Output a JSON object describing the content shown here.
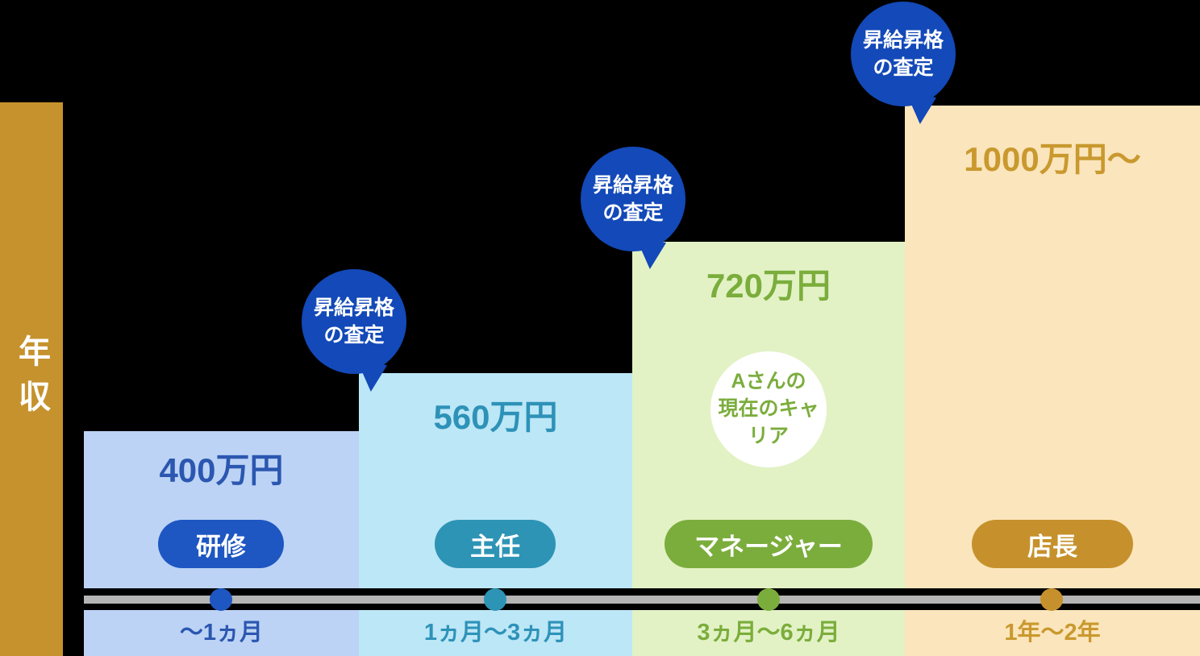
{
  "palette": {
    "background": "#000000",
    "axis_bar_gold": "#c6922d",
    "bubble_blue": "#1349b8",
    "timeline_gray": "#b5b5b5",
    "marker_circle_white": "#ffffff"
  },
  "y_axis_label": "年収",
  "assessment_bubble": {
    "line1": "昇給昇格",
    "line2": "の査定"
  },
  "career_marker": {
    "line1": "Aさんの",
    "line2": "現在のキャリア"
  },
  "stages": [
    {
      "salary": "400万円",
      "role": "研修",
      "duration": "〜1ヵ月",
      "fill": "#bcd3f5",
      "accent": "#1e56c2",
      "text_color": "#2b57b0"
    },
    {
      "salary": "560万円",
      "role": "主任",
      "duration": "1ヵ月〜3ヵ月",
      "fill": "#bce7f7",
      "accent": "#2e94b6",
      "text_color": "#2e92b8"
    },
    {
      "salary": "720万円",
      "role": "マネージャー",
      "duration": "3ヵ月〜6ヵ月",
      "fill": "#e2f2c5",
      "accent": "#7bad3c",
      "text_color": "#7bad3c"
    },
    {
      "salary": "1000万円〜",
      "role": "店長",
      "duration": "1年〜2年",
      "fill": "#fbe5bc",
      "accent": "#c6912c",
      "text_color": "#c9992f"
    }
  ],
  "chart_data": {
    "type": "bar",
    "title": "",
    "ylabel": "年収",
    "xlabel": "",
    "unit": "万円",
    "categories": [
      "研修",
      "主任",
      "マネージャー",
      "店長"
    ],
    "values": [
      400,
      560,
      720,
      1000
    ],
    "value_labels": [
      "400万円",
      "560万円",
      "720万円",
      "1000万円〜"
    ],
    "x_tick_labels": [
      "〜1ヵ月",
      "1ヵ月〜3ヵ月",
      "3ヵ月〜6ヵ月",
      "1年〜2年"
    ],
    "annotations": [
      "昇給昇格の査定 (between 研修 and 主任)",
      "昇給昇格の査定 (between 主任 and マネージャー)",
      "昇給昇格の査定 (between マネージャー and 店長)",
      "Aさんの現在のキャリア (on マネージャー bar)"
    ],
    "legend": false,
    "grid": false
  }
}
